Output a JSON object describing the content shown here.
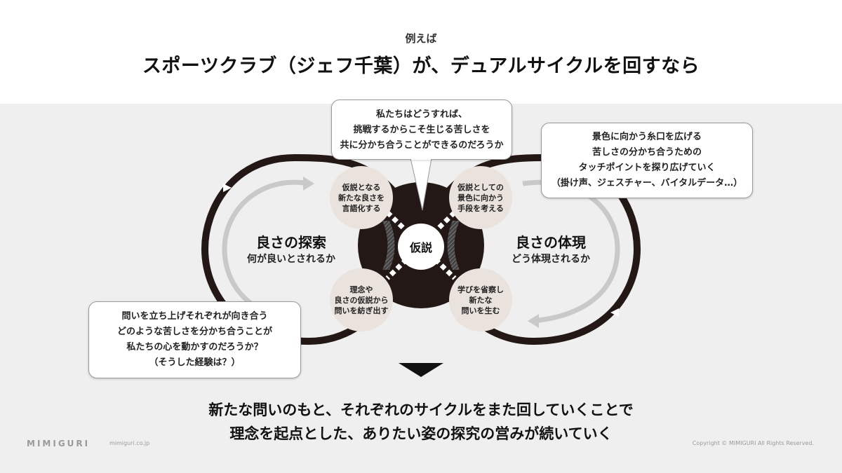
{
  "header": {
    "kicker": "例えば",
    "title": "スポーツクラブ（ジェフ千葉）が、デュアルサイクルを回すなら"
  },
  "top_bubble": {
    "lines": [
      "私たちはどうすれば、",
      "挑戦するからこそ生じる苦しさを",
      "共に分かち合うことができるのだろうか"
    ]
  },
  "right_bubble": {
    "lines": [
      "景色に向かう糸口を広げる",
      "苦しさの分かち合うための",
      "タッチポイントを探り広げていく",
      "（掛け声、ジェスチャー、バイタルデータ…）"
    ]
  },
  "left_bubble": {
    "lines": [
      "問いを立ち上げそれぞれが向き合う",
      "どのような苦しさを分かち合うことが",
      "私たちの心を動かすのだろうか？",
      "（そうした経験は？）"
    ]
  },
  "left_loop": {
    "title": "良さの探索",
    "subtitle": "何が良いとされるか"
  },
  "right_loop": {
    "title": "良さの体現",
    "subtitle": "どう体現されるか"
  },
  "center": {
    "label": "仮説"
  },
  "nodes": {
    "top_left": [
      "仮説となる",
      "新たな良さを",
      "言語化する"
    ],
    "top_right": [
      "仮説としての",
      "景色に向かう",
      "手段を考える"
    ],
    "bottom_left": [
      "理念や",
      "良さの仮説から",
      "問いを紡ぎ出す"
    ],
    "bottom_right": [
      "学びを省察し",
      "新たな",
      "問いを生む"
    ]
  },
  "conclusion": {
    "line1": "新たな問いのもと、それぞれのサイクルをまた回していくことで",
    "line2": "理念を起点とした、ありたい姿の探究の営みが続いていく"
  },
  "footer": {
    "brand": "MIMIGURI",
    "site": "mimiguri.co.jp",
    "copyright": "Copyright © MIMIGURI All Rights Reserved."
  },
  "colors": {
    "loop_dark": "#231815",
    "loop_light": "#c9c9c9",
    "node_fill": "#eae2dc",
    "band": "#efefef"
  }
}
